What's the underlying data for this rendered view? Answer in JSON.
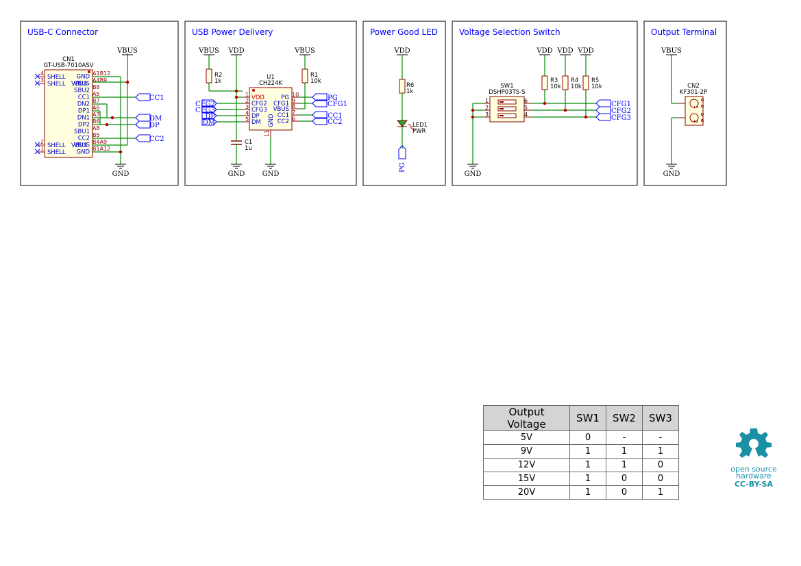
{
  "colors": {
    "frame": "#000000",
    "title": "#0000ff",
    "wire": "#008a00",
    "pin": "#8b0000",
    "body": "#ffffe0",
    "junction": "#c80000",
    "label": "#0000ff",
    "table_header": "#d4d4d4",
    "logo": "#1b8fa6"
  },
  "blocks": {
    "usbc": {
      "title": "USB-C Connector"
    },
    "pd": {
      "title": "USB Power Delivery"
    },
    "led": {
      "title": "Power Good LED"
    },
    "sel": {
      "title": "Voltage Selection Switch"
    },
    "out": {
      "title": "Output Terminal"
    }
  },
  "power": {
    "vbus": "VBUS",
    "vdd": "VDD",
    "gnd": "GND"
  },
  "cn1": {
    "ref": "CN1",
    "value": "GT-USB-7010ASV",
    "left_pins": [
      {
        "num": "4",
        "name": "SHELL"
      },
      {
        "num": "3",
        "name": "SHELL"
      },
      {
        "num": "2",
        "name": "SHELL"
      },
      {
        "num": "1",
        "name": "SHELL"
      }
    ],
    "inner_left": [
      "VBUS",
      "VBUS"
    ],
    "right_pins": [
      {
        "name": "GND",
        "num": "A1B12"
      },
      {
        "name": "VBUS",
        "num": "A4B9"
      },
      {
        "name": "SBU2",
        "num": "B8"
      },
      {
        "name": "CC1",
        "num": "A5"
      },
      {
        "name": "DN2",
        "num": "B7"
      },
      {
        "name": "DP1",
        "num": "A6"
      },
      {
        "name": "DN1",
        "num": "A7"
      },
      {
        "name": "DP2",
        "num": "B6"
      },
      {
        "name": "SBU1",
        "num": "A8"
      },
      {
        "name": "CC2",
        "num": "B5"
      },
      {
        "name": "VBUS",
        "num": "B4A9"
      },
      {
        "name": "GND",
        "num": "B1A12"
      }
    ],
    "labels": [
      "CC1",
      "DM",
      "DP",
      "CC2"
    ]
  },
  "u1": {
    "ref": "U1",
    "value": "CH224K",
    "left_pins": [
      {
        "num": "1",
        "name": "VDD"
      },
      {
        "num": "2",
        "name": "CFG2"
      },
      {
        "num": "3",
        "name": "CFG3"
      },
      {
        "num": "4",
        "name": "DP"
      },
      {
        "num": "5",
        "name": "DM"
      }
    ],
    "right_pins": [
      {
        "num": "10",
        "name": "PG"
      },
      {
        "num": "9",
        "name": "CFG1"
      },
      {
        "num": "8",
        "name": "VBUS"
      },
      {
        "num": "7",
        "name": "CC1"
      },
      {
        "num": "6",
        "name": "CC2"
      }
    ],
    "gnd_pin": {
      "num": "11",
      "name": "GND"
    },
    "left_labels": [
      "CFG2",
      "CFG3",
      "DP",
      "DM"
    ],
    "right_labels": [
      "PG",
      "CFG1",
      "CC1",
      "CC2"
    ]
  },
  "r2": {
    "ref": "R2",
    "value": "1k"
  },
  "r1": {
    "ref": "R1",
    "value": "10k"
  },
  "c1": {
    "ref": "C1",
    "value": "1u"
  },
  "r6": {
    "ref": "R6",
    "value": "1k"
  },
  "led1": {
    "ref": "LED1",
    "value": "PWR"
  },
  "pg_label": "PG",
  "sw1": {
    "ref": "SW1",
    "value": "DSHP03TS-S",
    "left_nums": [
      "1",
      "2",
      "3"
    ],
    "right_nums": [
      "6",
      "5",
      "4"
    ],
    "labels": [
      "CFG1",
      "CFG2",
      "CFG3"
    ]
  },
  "r3": {
    "ref": "R3",
    "value": "10k"
  },
  "r4": {
    "ref": "R4",
    "value": "10k"
  },
  "r5": {
    "ref": "R5",
    "value": "10k"
  },
  "cn2": {
    "ref": "CN2",
    "value": "KF301-2P",
    "pins": [
      "1",
      "2"
    ]
  },
  "voltage_table": {
    "headers": [
      "Output Voltage",
      "SW1",
      "SW2",
      "SW3"
    ],
    "rows": [
      [
        "5V",
        "0",
        "-",
        "-"
      ],
      [
        "9V",
        "1",
        "1",
        "1"
      ],
      [
        "12V",
        "1",
        "1",
        "0"
      ],
      [
        "15V",
        "1",
        "0",
        "0"
      ],
      [
        "20V",
        "1",
        "0",
        "1"
      ]
    ]
  },
  "logo": {
    "line1": "open source",
    "line2": "hardware",
    "line3": "CC-BY-SA",
    "icon": "oshw-gear-icon"
  }
}
